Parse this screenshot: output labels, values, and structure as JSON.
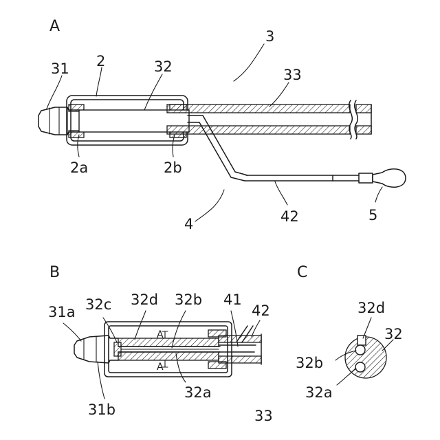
{
  "panels": {
    "a": {
      "letter": "A",
      "labels": {
        "l31": "31",
        "l2": "2",
        "l32": "32",
        "l3": "3",
        "l33": "33",
        "l2a": "2a",
        "l2b": "2b",
        "l4": "4",
        "l42": "42",
        "l5": "5"
      }
    },
    "b": {
      "letter": "B",
      "labels": {
        "l31a": "31a",
        "l32c": "32c",
        "l32d": "32d",
        "l32b": "32b",
        "l41": "41",
        "l42": "42",
        "l31b": "31b",
        "l32a": "32a",
        "l33": "33",
        "arrowA": "A"
      }
    },
    "c": {
      "letter": "C",
      "labels": {
        "l32d": "32d",
        "l32": "32",
        "l32b": "32b",
        "l32a": "32a"
      }
    }
  }
}
